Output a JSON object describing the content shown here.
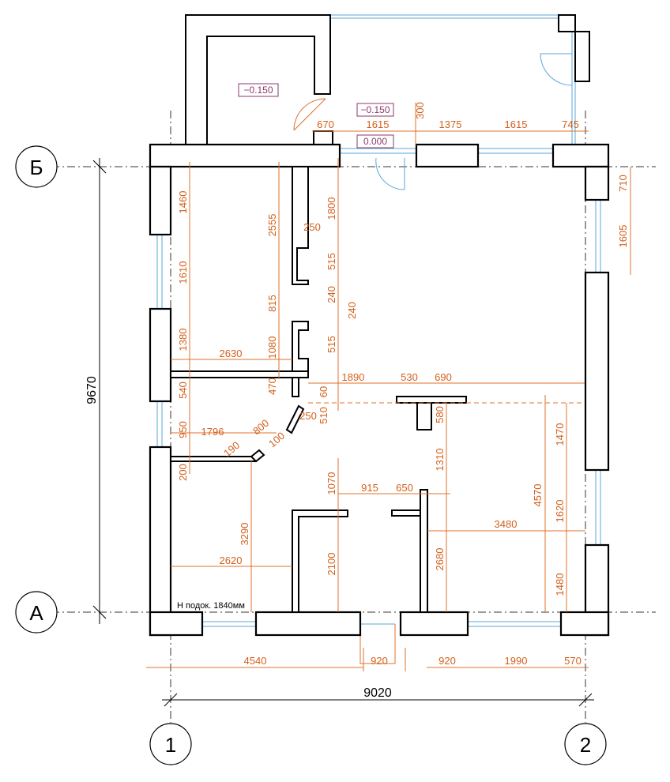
{
  "axes": {
    "rows": [
      {
        "id": "row-b",
        "label": "Б"
      },
      {
        "id": "row-a",
        "label": "А"
      }
    ],
    "cols": [
      {
        "id": "col-1",
        "label": "1"
      },
      {
        "id": "col-2",
        "label": "2"
      }
    ]
  },
  "overall": {
    "width": "9020",
    "height": "9670"
  },
  "levels": [
    {
      "id": "level-1",
      "text": "−0.150"
    },
    {
      "id": "level-2",
      "text": "−0.150"
    },
    {
      "id": "level-3",
      "text": "0.000"
    }
  ],
  "note": "Н подок. 1840мм",
  "dims": [
    {
      "t": "670"
    },
    {
      "t": "1615"
    },
    {
      "t": "300"
    },
    {
      "t": "1375"
    },
    {
      "t": "1615"
    },
    {
      "t": "745"
    },
    {
      "t": "710"
    },
    {
      "t": "1605"
    },
    {
      "t": "1460"
    },
    {
      "t": "1610"
    },
    {
      "t": "1380"
    },
    {
      "t": "540"
    },
    {
      "t": "950"
    },
    {
      "t": "200"
    },
    {
      "t": "2555"
    },
    {
      "t": "815"
    },
    {
      "t": "1080"
    },
    {
      "t": "470"
    },
    {
      "t": "1800"
    },
    {
      "t": "250"
    },
    {
      "t": "515"
    },
    {
      "t": "240"
    },
    {
      "t": "240"
    },
    {
      "t": "515"
    },
    {
      "t": "2630"
    },
    {
      "t": "1890"
    },
    {
      "t": "530"
    },
    {
      "t": "690"
    },
    {
      "t": "60"
    },
    {
      "t": "510"
    },
    {
      "t": "250"
    },
    {
      "t": "580"
    },
    {
      "t": "1796"
    },
    {
      "t": "800"
    },
    {
      "t": "190"
    },
    {
      "t": "100"
    },
    {
      "t": "1470"
    },
    {
      "t": "4570"
    },
    {
      "t": "1310"
    },
    {
      "t": "1070"
    },
    {
      "t": "915"
    },
    {
      "t": "650"
    },
    {
      "t": "1620"
    },
    {
      "t": "3480"
    },
    {
      "t": "3290"
    },
    {
      "t": "2620"
    },
    {
      "t": "2100"
    },
    {
      "t": "2680"
    },
    {
      "t": "1480"
    },
    {
      "t": "4540"
    },
    {
      "t": "920"
    },
    {
      "t": "920"
    },
    {
      "t": "1990"
    },
    {
      "t": "570"
    }
  ]
}
